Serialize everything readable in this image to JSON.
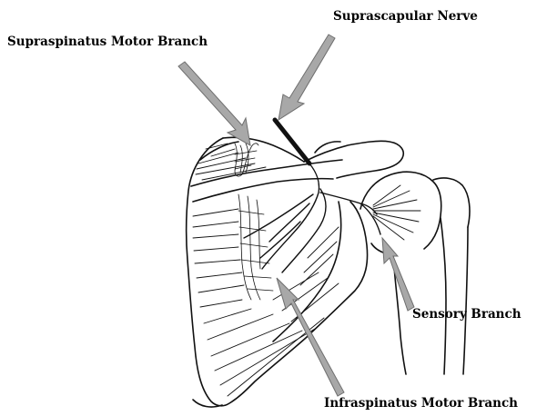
{
  "labels": {
    "supraspinatus_motor_branch": "Supraspinatus Motor Branch",
    "suprascapular_nerve": "Suprascapular Nerve",
    "sensory_branch": "Sensory Branch",
    "infraspinatus_motor_branch": "Infraspinatus Motor Branch"
  },
  "colors": {
    "arrow_fill": "#a8a8a8",
    "arrow_stroke": "#6e6e6e",
    "line_art": "#111111",
    "nerve": "#000000",
    "background": "#ffffff"
  }
}
